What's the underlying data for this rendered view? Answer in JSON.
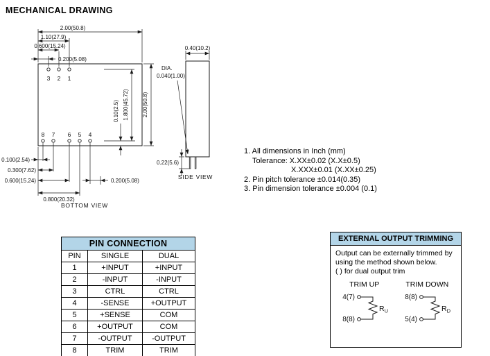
{
  "colors": {
    "section_header_bg": "#b3d5e8",
    "line_color": "#1a1a1a",
    "page_bg": "#ffffff"
  },
  "page": {
    "title": "MECHANICAL DRAWING"
  },
  "bottom_view": {
    "label": "BOTTOM VIEW",
    "top_pins": [
      "3",
      "2",
      "1"
    ],
    "bottom_pins": [
      "8",
      "7",
      "6",
      "5",
      "4"
    ],
    "dims": {
      "width_total": "2.00(50.8)",
      "top_1": "1.10(27.9)",
      "top_2": "0.600(15.24)",
      "top_3": "0.200(5.08)",
      "inner_1": "0.10(2.5)",
      "inner_2": "1.800(45.72)",
      "height_total": "2.00(50.8)",
      "left_1": "0.100(2.54)",
      "left_2": "0.300(7.62)",
      "left_3": "0.600(15.24)",
      "bottom_1": "0.800(20.32)",
      "bottom_2": "0.200(5.08)"
    }
  },
  "side_view": {
    "label": "SIDE VIEW",
    "dims": {
      "width": "0.40(10.2)",
      "dia_label": "DIA.",
      "dia_value": "0.040(1.00)",
      "pin_length": "0.22(5.6)"
    }
  },
  "notes": {
    "line1": "1. All dimensions in Inch (mm)",
    "line2": "Tolerance: X.XX±0.02 (X.X±0.5)",
    "line3": "X.XXX±0.01 (X.XX±0.25)",
    "line4": "2. Pin pitch tolerance ±0.014(0.35)",
    "line5": "3. Pin dimension tolerance ±0.004 (0.1)"
  },
  "pin_table": {
    "title": "PIN CONNECTION",
    "headers": [
      "PIN",
      "SINGLE",
      "DUAL"
    ],
    "rows": [
      [
        "1",
        "+INPUT",
        "+INPUT"
      ],
      [
        "2",
        "-INPUT",
        "-INPUT"
      ],
      [
        "3",
        "CTRL",
        "CTRL"
      ],
      [
        "4",
        "-SENSE",
        "+OUTPUT"
      ],
      [
        "5",
        "+SENSE",
        "COM"
      ],
      [
        "6",
        "+OUTPUT",
        "COM"
      ],
      [
        "7",
        "-OUTPUT",
        "-OUTPUT"
      ],
      [
        "8",
        "TRIM",
        "TRIM"
      ]
    ]
  },
  "trimming": {
    "title": "EXTERNAL OUTPUT TRIMMING",
    "body": {
      "line1": "Output can be externally trimmed by",
      "line2": "using the method shown below.",
      "line3": "(   ) for dual output trim"
    },
    "trim_up": {
      "label": "TRIM UP",
      "top_pin": "4(7)",
      "bottom_pin": "8(8)",
      "resistor_letter": "R",
      "resistor_sub": "U"
    },
    "trim_down": {
      "label": "TRIM DOWN",
      "top_pin": "8(8)",
      "bottom_pin": "5(4)",
      "resistor_letter": "R",
      "resistor_sub": "D"
    }
  }
}
